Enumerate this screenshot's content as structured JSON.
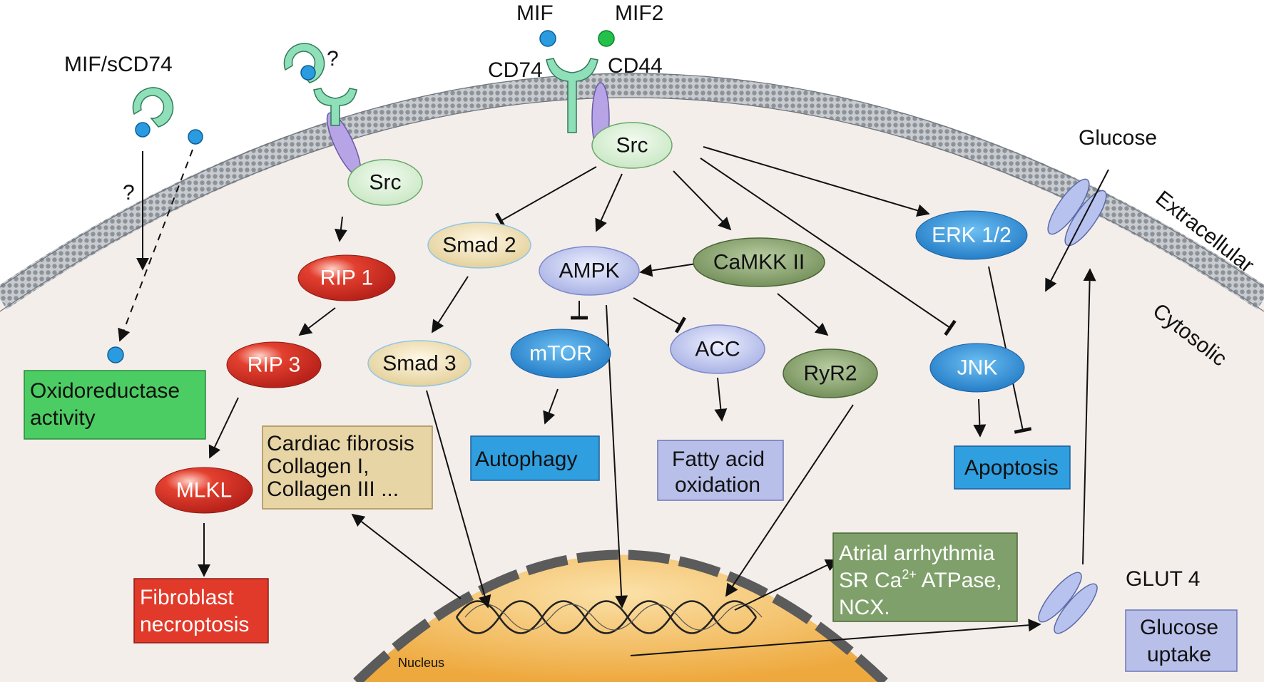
{
  "labels": {
    "mif": "MIF",
    "mif2": "MIF2",
    "mif_scd74": "MIF/sCD74",
    "question1": "?",
    "question2": "?",
    "cd74": "CD74",
    "cd44": "CD44",
    "glucose": "Glucose",
    "extracellular": "Extracellular",
    "cytosolic": "Cytosolic",
    "glut4": "GLUT 4",
    "nucleus": "Nucleus"
  },
  "nodes": {
    "src_left": "Src",
    "src_center": "Src",
    "rip1": "RIP 1",
    "rip3": "RIP 3",
    "mlkl": "MLKL",
    "smad2": "Smad 2",
    "smad3": "Smad 3",
    "ampk": "AMPK",
    "camkk2": "CaMKK II",
    "mtor": "mTOR",
    "acc": "ACC",
    "ryr2": "RyR2",
    "erk12": "ERK 1/2",
    "jnk": "JNK"
  },
  "boxes": {
    "oxidoreductase": [
      "Oxidoreductase",
      "activity"
    ],
    "fibroblast": [
      "Fibroblast",
      "necroptosis"
    ],
    "cardiac_fibrosis": [
      "Cardiac fibrosis",
      "Collagen I,",
      "Collagen III ..."
    ],
    "autophagy": [
      "Autophagy"
    ],
    "fatty_acid": [
      "Fatty acid",
      "oxidation"
    ],
    "apoptosis": [
      "Apoptosis"
    ],
    "atrial_pre": "Atrial arrhythmia",
    "atrial_sr": "SR Ca",
    "atrial_sup": "2+",
    "atrial_atpase": " ATPase,",
    "atrial_ncx": "NCX.",
    "glucose_uptake": [
      "Glucose",
      "uptake"
    ]
  },
  "colors": {
    "membrane": "#9aa0a6",
    "cytosol": "#f4eeeb",
    "nucleus": "#f2b24a",
    "receptor_green": "#8fe0b8",
    "receptor_purple": "#b6a4e6",
    "mif_blue": "#2b9be0",
    "mif2_green": "#22c24a",
    "red_node": "#e33a2a",
    "tan_node": "#ecdcab",
    "lavender_node": "#b4bde9",
    "olive_node": "#7e9a63",
    "blue_node": "#2d8fd6",
    "green_box": "#4ccd63",
    "red_box": "#e23a2a",
    "tan_box": "#e8d5a6",
    "blue_box": "#2f9fe0",
    "lavender_box": "#b8c0ea",
    "olive_box": "#7fa06a"
  }
}
